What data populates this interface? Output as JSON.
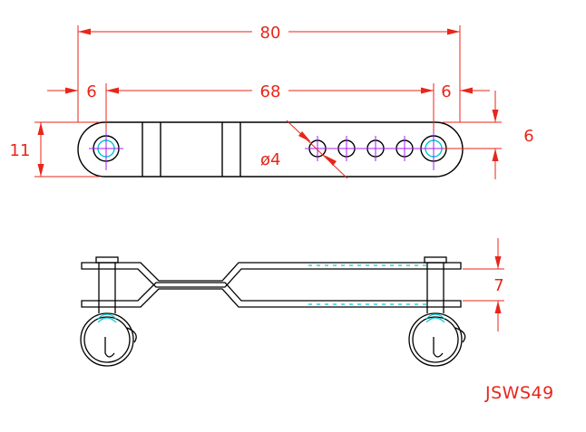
{
  "drawing": {
    "dimensions": {
      "overall_length": "80",
      "left_end_offset": "6",
      "hole_spacing": "68",
      "right_end_offset": "6",
      "hole_diameter": "ø4",
      "width": "11",
      "side_offset": "6",
      "thickness": "7"
    },
    "part_code": "JSWS49"
  },
  "colors": {
    "dimension": "#e8261a",
    "outline": "#000000",
    "centerline": "#a020f0",
    "cyan_detail": "#00c8d8"
  }
}
